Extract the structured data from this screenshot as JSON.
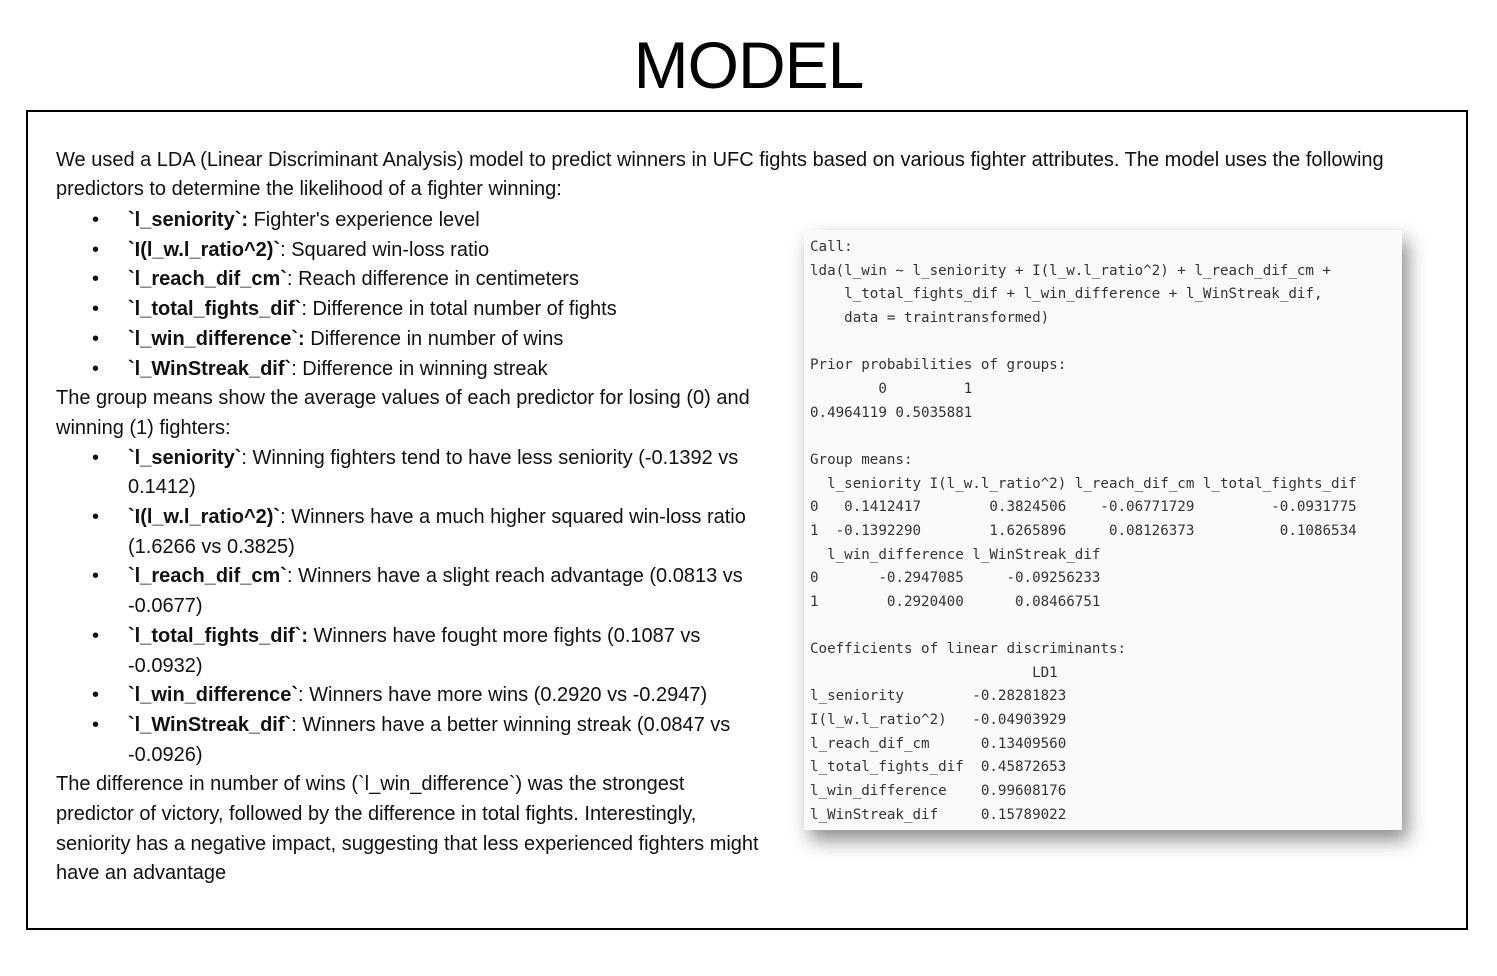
{
  "title": "MODEL",
  "intro": "We used a LDA (Linear Discriminant Analysis) model to predict winners in UFC fights based on various fighter attributes. The model uses the following predictors to determine the likelihood of a fighter winning:",
  "predictors": [
    {
      "name": "`l_seniority`:",
      "desc": " Fighter's experience level"
    },
    {
      "name": "`I(l_w.l_ratio^2)`",
      "desc": ": Squared win-loss ratio"
    },
    {
      "name": "`l_reach_dif_cm`",
      "desc": ": Reach difference in centimeters"
    },
    {
      "name": "`l_total_fights_dif`",
      "desc": ": Difference in total number of fights"
    },
    {
      "name": "`l_win_difference`:",
      "desc": " Difference in number of wins"
    },
    {
      "name": "`l_WinStreak_dif`",
      "desc": ": Difference in winning streak"
    }
  ],
  "group_means_intro": "The group means show the average values of each predictor for losing (0) and winning (1) fighters:",
  "group_means": [
    {
      "name": "`l_seniority`",
      "desc": ": Winning fighters tend to have less seniority (-0.1392 vs 0.1412)"
    },
    {
      "name": "`I(l_w.l_ratio^2)`",
      "desc": ": Winners have a much higher squared win-loss ratio (1.6266 vs 0.3825)"
    },
    {
      "name": "`l_reach_dif_cm`",
      "desc": ": Winners have a slight reach advantage (0.0813 vs -0.0677)"
    },
    {
      "name": "`l_total_fights_dif`:",
      "desc": " Winners have fought more fights (0.1087 vs -0.0932)"
    },
    {
      "name": "`l_win_difference`",
      "desc": ": Winners have more wins (0.2920 vs -0.2947)"
    },
    {
      "name": "`l_WinStreak_dif`",
      "desc": ": Winners have a better winning streak (0.0847 vs -0.0926)"
    }
  ],
  "conclusion": "The difference in number of wins (`l_win_difference`) was the strongest predictor of victory, followed by the difference in total fights. Interestingly, seniority has a negative impact, suggesting that less experienced fighters might have an advantage",
  "r_output": "Call:\nlda(l_win ~ l_seniority + I(l_w.l_ratio^2) + l_reach_dif_cm +\n    l_total_fights_dif + l_win_difference + l_WinStreak_dif,\n    data = traintransformed)\n\nPrior probabilities of groups:\n        0         1\n0.4964119 0.5035881\n\nGroup means:\n  l_seniority I(l_w.l_ratio^2) l_reach_dif_cm l_total_fights_dif\n0   0.1412417        0.3824506    -0.06771729         -0.0931775\n1  -0.1392290        1.6265896     0.08126373          0.1086534\n  l_win_difference l_WinStreak_dif\n0       -0.2947085     -0.09256233\n1        0.2920400      0.08466751\n\nCoefficients of linear discriminants:\n                          LD1\nl_seniority        -0.28281823\nI(l_w.l_ratio^2)   -0.04903929\nl_reach_dif_cm      0.13409560\nl_total_fights_dif  0.45872653\nl_win_difference    0.99608176\nl_WinStreak_dif     0.15789022"
}
